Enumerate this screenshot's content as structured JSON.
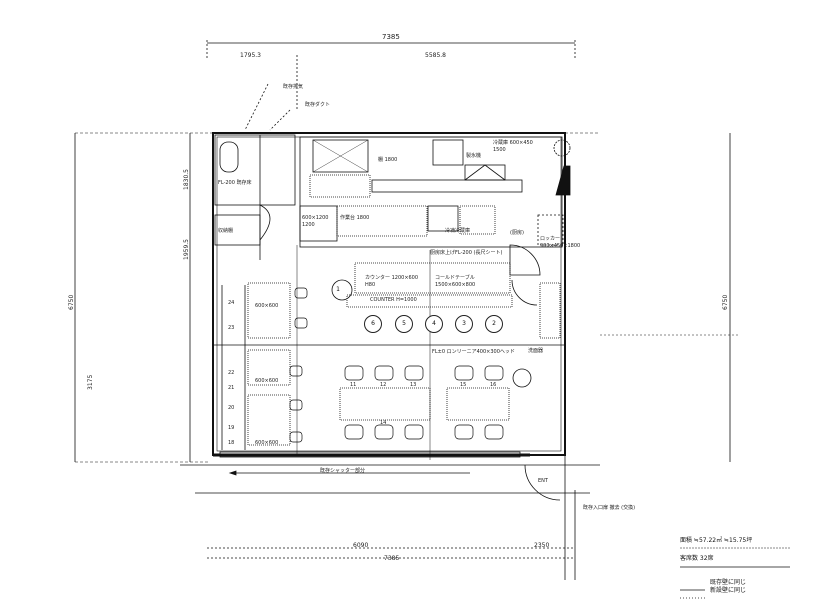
{
  "plan": {
    "dims_top": {
      "total": "7385",
      "left": "1795.3",
      "right": "5585.8"
    },
    "dims_bottom": {
      "overall": "7385",
      "left": "6090",
      "right": "2350",
      "shutter": "既存シャッター部分"
    },
    "dims_side": {
      "left": "6750",
      "right": "6750",
      "left_a": "1830.5",
      "left_b": "1959.5",
      "left_inner": "3175"
    },
    "callouts": [
      "既存排気",
      "既存ダクト"
    ],
    "rooms": {
      "toilet_floor": "FL-200 既存床",
      "storage": "収納棚",
      "fridge": "冷蔵庫 600×450 1500",
      "sink": "製氷機",
      "shelf": "棚 1800",
      "prep_table": "作業台 1800",
      "prep_table_size": "600×1200 1200",
      "cold_table": "冷凍冷蔵庫",
      "kitchen_floor": "厨房床上げFL-200 (長尺シート)",
      "counter_left": "カウンター 1200×600 H80",
      "counter_right": "コールドテーブル 1500×600×800",
      "counter": "COUNTER H=1000",
      "floor_label": "FL±0 ロンリーニア400×300ヘッド",
      "wash": "洗面器",
      "locker": "ロッカー 900×450×1800",
      "table_size": "600×600",
      "entrance": "ENT",
      "existing_door": "既存入口扉 撤去 (交換)",
      "kitchen_area": "(厨房)"
    },
    "counter_seats": [
      "6",
      "5",
      "4",
      "3",
      "2",
      "1"
    ],
    "table_seats": [
      "11",
      "12",
      "13",
      "14",
      "15",
      "16"
    ],
    "booth_numbers": [
      "24",
      "23",
      "22",
      "21",
      "20",
      "19",
      "18"
    ]
  },
  "legend": {
    "area": "面積 ≒57.22㎡ ≒15.75坪",
    "seats": "客席数 32席",
    "existing_wall": "既存壁に同じ",
    "new_wall": "新設壁に同じ"
  }
}
